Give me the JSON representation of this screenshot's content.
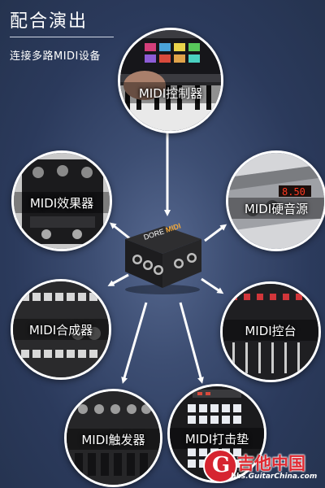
{
  "header": {
    "title": "配合演出",
    "subtitle": "连接多路MIDI设备"
  },
  "hub": {
    "brand_left": "DORE",
    "brand_right": "MIDI"
  },
  "devices": {
    "controller": "MIDI控制器",
    "effects": "MIDI效果器",
    "sound_module": "MIDI硬音源",
    "synth": "MIDI合成器",
    "mixer": "MIDI控台",
    "trigger": "MIDI触发器",
    "drum_pad": "MIDI打击垫"
  },
  "watermark": {
    "name": "吉他中国",
    "url": "bbs.GuitarChina.com"
  },
  "colors": {
    "background": "#2b3a5c",
    "arrow": "#ffffff",
    "watermark_red": "#e02a32",
    "led_red": "#ff3a22"
  }
}
